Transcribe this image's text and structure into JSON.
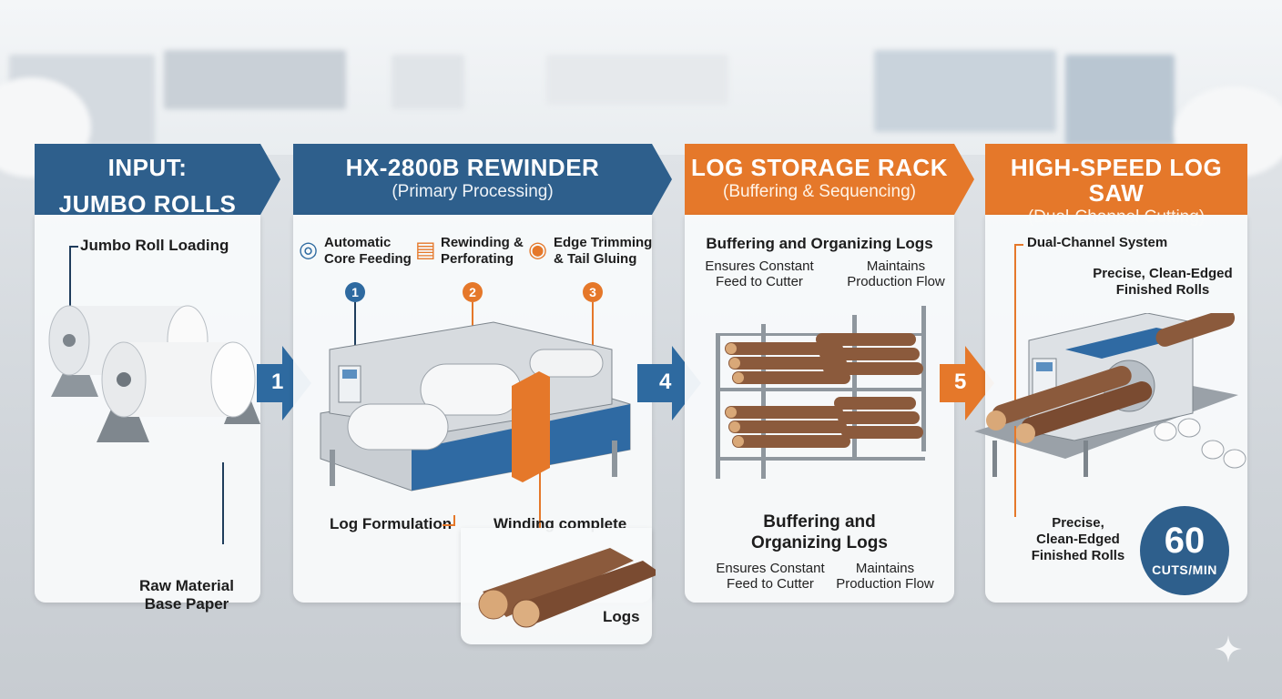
{
  "colors": {
    "blue": "#2e5f8c",
    "orange": "#e5782a",
    "panel": "#f8fafb"
  },
  "stages": [
    {
      "title_line1": "INPUT:",
      "title_line2": "JUMBO ROLLS",
      "color": "blue",
      "labels": {
        "top": "Jumbo Roll Loading",
        "bottom_l1": "Raw Material",
        "bottom_l2": "Base Paper"
      }
    },
    {
      "title": "HX-2800B REWINDER",
      "subtitle": "(Primary Processing)",
      "color": "blue",
      "features": [
        {
          "number": "1",
          "line1": "Automatic",
          "line2": "Core Feeding",
          "icon": "core-roll-icon"
        },
        {
          "number": "2",
          "line1": "Rewinding &",
          "line2": "Perforating",
          "icon": "perforated-roll-icon"
        },
        {
          "number": "3",
          "line1": "Edge Trimming",
          "line2": "& Tail Gluing",
          "icon": "glue-roll-icon"
        }
      ],
      "labels": {
        "log_formulation": "Log Formulation",
        "winding_complete": "Winding complete",
        "logs": "Logs"
      }
    },
    {
      "title": "LOG STORAGE RACK",
      "subtitle": "(Buffering & Sequencing)",
      "color": "orange",
      "heading": "Buffering and Organizing Logs",
      "notes": {
        "left_l1": "Ensures Constant",
        "left_l2": "Feed to Cutter",
        "right_l1": "Maintains",
        "right_l2": "Production Flow"
      },
      "heading2_l1": "Buffering and",
      "heading2_l2": "Organizing Logs",
      "notes2": {
        "left_l1": "Ensures Constant",
        "left_l2": "Feed to Cutter",
        "right_l1": "Maintains",
        "right_l2": "Production Flow"
      }
    },
    {
      "title": "HIGH-SPEED LOG SAW",
      "subtitle": "(Dual-Channel Cutting)",
      "color": "orange",
      "labels": {
        "system": "Dual-Channel System",
        "top_l1": "Precise, Clean-Edged",
        "top_l2": "Finished Rolls",
        "bottom_l1": "Precise,",
        "bottom_l2": "Clean-Edged",
        "bottom_l3": "Finished Rolls"
      },
      "rate": {
        "value": "60",
        "unit": "CUTS/MIN"
      }
    }
  ],
  "step_arrows": [
    {
      "number": "1",
      "color": "#2e6aa0"
    },
    {
      "number": "4",
      "color": "#2e6aa0"
    },
    {
      "number": "5",
      "color": "#e5782a"
    }
  ]
}
